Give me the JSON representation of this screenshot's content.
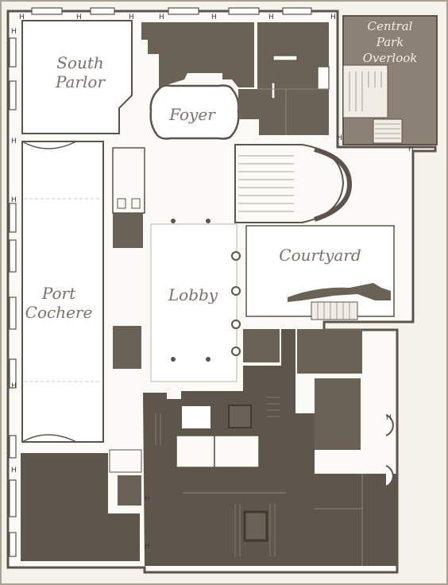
{
  "rooms": {
    "south_parlor": [
      "South",
      "Parlor"
    ],
    "foyer": "Foyer",
    "central_park_overlook": [
      "Central",
      "Park",
      "Overlook"
    ],
    "courtyard": "Courtyard",
    "lobby": "Lobby",
    "port_cochere": [
      "Port",
      "Cochere"
    ]
  },
  "colors": {
    "page_bg": "#f5f2ec",
    "floor": "#fbfaf7",
    "service_area": "#6a6157",
    "overlook_fill": "#8b8174",
    "wall": "#5c544b",
    "label": "#7a7268"
  },
  "marker_glyph": "H"
}
